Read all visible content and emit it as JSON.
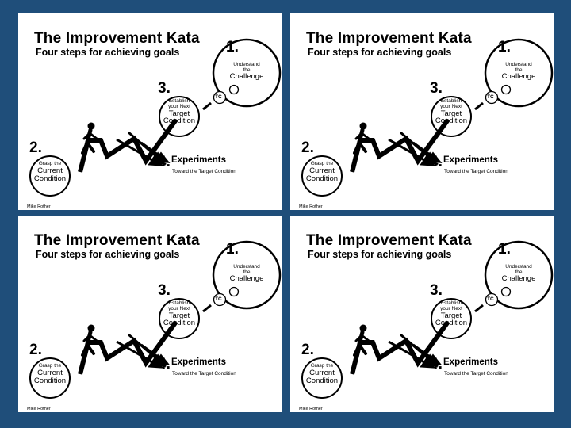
{
  "slides": [
    {
      "title": "The Improvement Kata",
      "subtitle": "Four steps for achieving goals",
      "step1": {
        "num": "1.",
        "line1": "Understand",
        "line2": "the",
        "main": "Challenge"
      },
      "step2": {
        "num": "2.",
        "small": "Grasp the",
        "line1": "Current",
        "line2": "Condition"
      },
      "step3": {
        "num": "3.",
        "small1": "Establish",
        "small2": "your Next",
        "line1": "Target",
        "line2": "Condition"
      },
      "step4": {
        "num": "4.",
        "main": "Experiments",
        "small": "Toward the Target Condition"
      },
      "tc_label": "TC",
      "credit": "Mike Rother"
    },
    {
      "title": "The Improvement Kata",
      "subtitle": "Four steps for achieving goals",
      "step1": {
        "num": "1.",
        "line1": "Understand",
        "line2": "the",
        "main": "Challenge"
      },
      "step2": {
        "num": "2.",
        "small": "Grasp the",
        "line1": "Current",
        "line2": "Condition"
      },
      "step3": {
        "num": "3.",
        "small1": "Establish",
        "small2": "your Next",
        "line1": "Target",
        "line2": "Condition"
      },
      "step4": {
        "num": "4.",
        "main": "Experiments",
        "small": "Toward the Target Condition"
      },
      "tc_label": "TC",
      "credit": "Mike Rother"
    },
    {
      "title": "The Improvement Kata",
      "subtitle": "Four steps for achieving goals",
      "step1": {
        "num": "1.",
        "line1": "Understand",
        "line2": "the",
        "main": "Challenge"
      },
      "step2": {
        "num": "2.",
        "small": "Grasp the",
        "line1": "Current",
        "line2": "Condition"
      },
      "step3": {
        "num": "3.",
        "small1": "Establish",
        "small2": "your Next",
        "line1": "Target",
        "line2": "Condition"
      },
      "step4": {
        "num": "4.",
        "main": "Experiments",
        "small": "Toward the Target Condition"
      },
      "tc_label": "TC",
      "credit": "Mike Rother"
    },
    {
      "title": "The Improvement Kata",
      "subtitle": "Four steps for achieving goals",
      "step1": {
        "num": "1.",
        "line1": "Understand",
        "line2": "the",
        "main": "Challenge"
      },
      "step2": {
        "num": "2.",
        "small": "Grasp the",
        "line1": "Current",
        "line2": "Condition"
      },
      "step3": {
        "num": "3.",
        "small1": "Establish",
        "small2": "your Next",
        "line1": "Target",
        "line2": "Condition"
      },
      "step4": {
        "num": "4.",
        "main": "Experiments",
        "small": "Toward the Target Condition"
      },
      "tc_label": "TC",
      "credit": "Mike Rother"
    }
  ],
  "colors": {
    "background": "#1f4e7a",
    "card": "#ffffff",
    "ink": "#000000"
  },
  "icons": [
    "person-climbing-icon",
    "arrow-icon"
  ]
}
